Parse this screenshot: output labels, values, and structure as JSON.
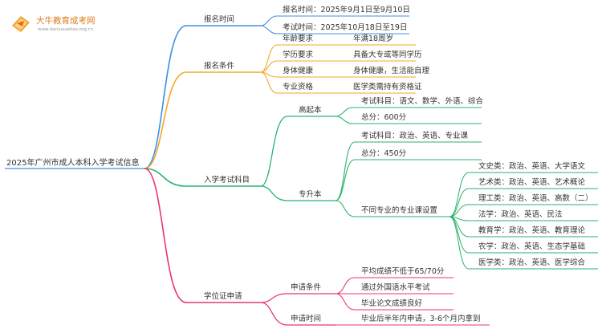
{
  "logo": {
    "name": "大牛教育成考网",
    "url": "www.daniuxueliao.org.cn"
  },
  "colors": {
    "blue": "#3d8fe6",
    "orange": "#f3a824",
    "green": "#28b36e",
    "pink": "#e6357c"
  },
  "root": "2025年广州市成人本科入学考试信息",
  "branches": {
    "registration_time": {
      "label": "报名时间",
      "items": [
        "报名时间：2025年9月1日至9月10日",
        "考试时间：2025年10月18日至19日"
      ]
    },
    "requirements": {
      "label": "报名条件",
      "items": [
        {
          "key": "年龄要求",
          "value": "年满18周岁"
        },
        {
          "key": "学历要求",
          "value": "具备大专或等同学历"
        },
        {
          "key": "身体健康",
          "value": "身体健康，生活能自理"
        },
        {
          "key": "专业资格",
          "value": "医学类需持有资格证"
        }
      ]
    },
    "subjects": {
      "label": "入学考试科目",
      "gaoqiben": {
        "label": "高起本",
        "items": [
          "考试科目：语文、数学、外语、综合",
          "总分：600分"
        ]
      },
      "zhuanshengben": {
        "label": "专升本",
        "items": [
          "考试科目：政治、英语、专业课",
          "总分：450分"
        ],
        "majors_label": "不同专业的专业课设置",
        "majors": [
          "文史类：政治、英语、大学语文",
          "艺术类：政治、英语、艺术概论",
          "理工类：政治、英语、高数（二）",
          "法学：政治、英语、民法",
          "教育学：政治、英语、教育理论",
          "农学：政治、英语、生态学基础",
          "医学类：政治、英语、医学综合"
        ]
      }
    },
    "degree": {
      "label": "学位证申请",
      "conditions": {
        "label": "申请条件",
        "items": [
          "平均成绩不低于65/70分",
          "通过外国语水平考试",
          "毕业论文成绩良好"
        ]
      },
      "time": {
        "label": "申请时间",
        "value": "毕业后半年内申请，3-6个月内拿到"
      }
    }
  }
}
